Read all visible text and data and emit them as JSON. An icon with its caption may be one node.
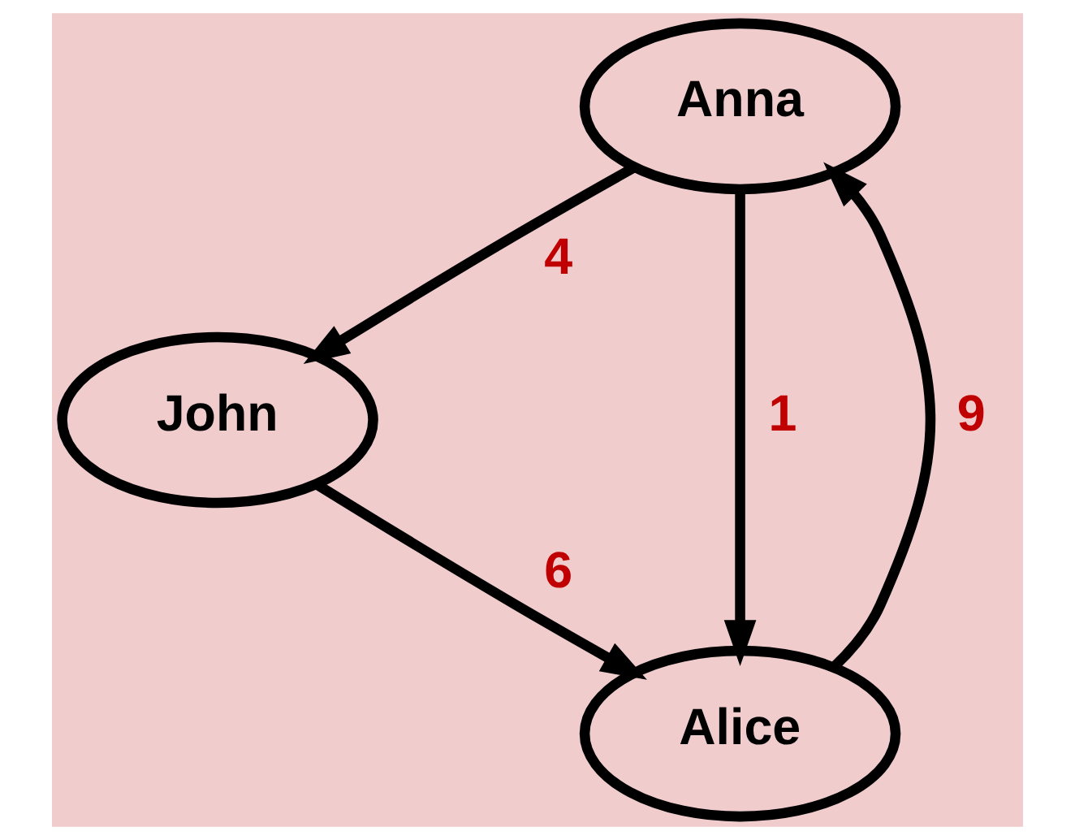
{
  "diagram": {
    "nodes": [
      {
        "text": [
          "Anna"
        ]
      },
      {
        "text": [
          "John"
        ]
      },
      {
        "text": [
          "Alice"
        ]
      }
    ],
    "edges": [
      {
        "from": 0,
        "to": 1,
        "arrow": "to",
        "label": "4"
      },
      {
        "from": 0,
        "to": 2,
        "arrow": "to",
        "label": "1"
      },
      {
        "from": 2,
        "to": 0,
        "arrow": "to",
        "label": "9"
      },
      {
        "from": 1,
        "to": 2,
        "arrow": "to",
        "label": "6"
      }
    ]
  }
}
